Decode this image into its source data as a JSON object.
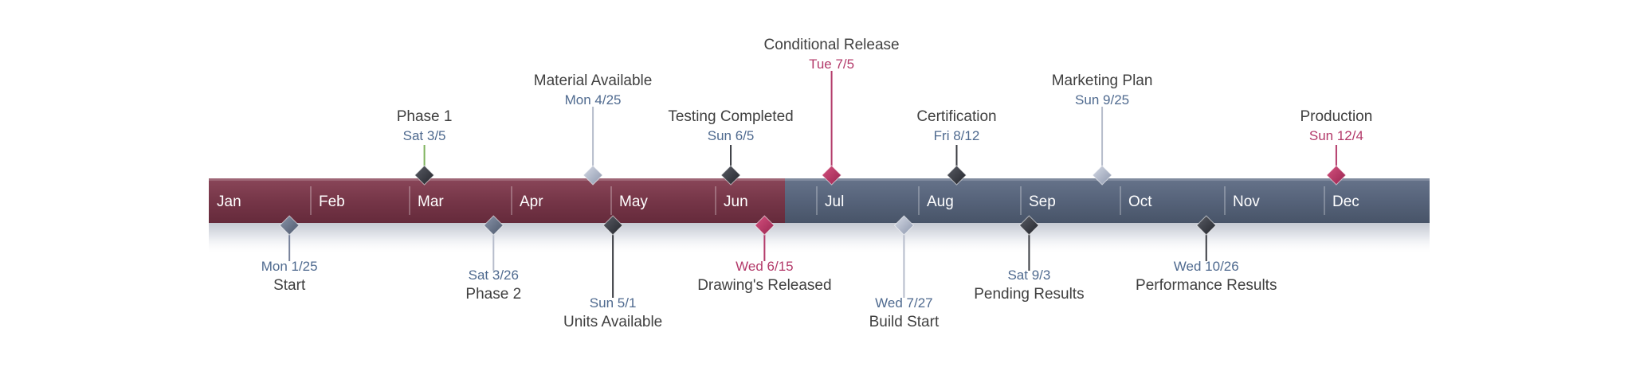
{
  "timeline": {
    "months": [
      "Jan",
      "Feb",
      "Mar",
      "Apr",
      "May",
      "Jun",
      "Jul",
      "Aug",
      "Sep",
      "Oct",
      "Nov",
      "Dec"
    ],
    "colors": {
      "first_half_bar": "#7a3a4c",
      "second_half_bar": "#56637a",
      "label_dark": "#404040",
      "date_blue": "#4f6a8f",
      "date_pink": "#b33a6a"
    },
    "milestones_above": [
      {
        "id": "phase-1",
        "title": "Phase 1",
        "date": "Sat 3/5",
        "month": 3,
        "day": 5,
        "level": 1,
        "style": "dark",
        "line": "green",
        "date_color": "blue"
      },
      {
        "id": "material-available",
        "title": "Material Available",
        "date": "Mon 4/25",
        "month": 4,
        "day": 25,
        "level": 2,
        "style": "light",
        "line": "lightgray",
        "date_color": "blue"
      },
      {
        "id": "testing-completed",
        "title": "Testing Completed",
        "date": "Sun 6/5",
        "month": 6,
        "day": 5,
        "level": 1,
        "style": "dark",
        "line": "dark",
        "date_color": "blue"
      },
      {
        "id": "conditional-release",
        "title": "Conditional Release",
        "date": "Tue 7/5",
        "month": 7,
        "day": 5,
        "level": 3,
        "style": "pink",
        "line": "pink",
        "date_color": "pink"
      },
      {
        "id": "certification",
        "title": "Certification",
        "date": "Fri 8/12",
        "month": 8,
        "day": 12,
        "level": 1,
        "style": "dark",
        "line": "dark",
        "date_color": "blue"
      },
      {
        "id": "marketing-plan",
        "title": "Marketing Plan",
        "date": "Sun 9/25",
        "month": 9,
        "day": 25,
        "level": 2,
        "style": "light",
        "line": "lightgray",
        "date_color": "blue"
      },
      {
        "id": "production",
        "title": "Production",
        "date": "Sun 12/4",
        "month": 12,
        "day": 4,
        "level": 1,
        "style": "pink",
        "line": "pink",
        "date_color": "pink"
      }
    ],
    "milestones_below": [
      {
        "id": "start",
        "title": "Start",
        "date": "Mon 1/25",
        "month": 1,
        "day": 25,
        "level": 1,
        "style": "slate",
        "line": "slate",
        "date_color": "blue"
      },
      {
        "id": "phase-2",
        "title": "Phase 2",
        "date": "Sat 3/26",
        "month": 3,
        "day": 26,
        "level": 2,
        "style": "slate",
        "line": "lightgray",
        "date_color": "blue"
      },
      {
        "id": "units-available",
        "title": "Units Available",
        "date": "Sun 5/1",
        "month": 5,
        "day": 1,
        "level": 3,
        "style": "dark",
        "line": "dark",
        "date_color": "blue"
      },
      {
        "id": "drawings-released",
        "title": "Drawing's Released",
        "date": "Wed 6/15",
        "month": 6,
        "day": 15,
        "level": 1,
        "style": "pink",
        "line": "pink",
        "date_color": "pink"
      },
      {
        "id": "build-start",
        "title": "Build Start",
        "date": "Wed 7/27",
        "month": 7,
        "day": 27,
        "level": 3,
        "style": "light",
        "line": "lightgray",
        "date_color": "blue"
      },
      {
        "id": "pending-results",
        "title": "Pending Results",
        "date": "Sat 9/3",
        "month": 9,
        "day": 3,
        "level": 2,
        "style": "dark",
        "line": "dark",
        "date_color": "blue"
      },
      {
        "id": "performance-results",
        "title": "Performance Results",
        "date": "Wed 10/26",
        "month": 10,
        "day": 26,
        "level": 1,
        "style": "dark",
        "line": "dark",
        "date_color": "blue"
      }
    ]
  }
}
